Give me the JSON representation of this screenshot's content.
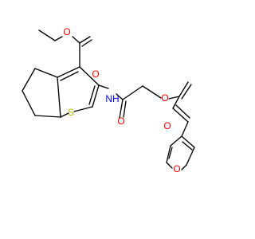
{
  "diagram": {
    "type": "chemical-structure",
    "atoms": [
      {
        "symbol": "O",
        "color": "#ff0000"
      },
      {
        "symbol": "O",
        "color": "#ff0000"
      },
      {
        "symbol": "NH",
        "color": "#0000ff"
      },
      {
        "symbol": "S",
        "color": "#b8b800"
      },
      {
        "symbol": "O",
        "color": "#ff0000"
      },
      {
        "symbol": "O",
        "color": "#ff0000"
      },
      {
        "symbol": "O",
        "color": "#ff0000"
      },
      {
        "symbol": "O",
        "color": "#ff0000"
      }
    ]
  }
}
